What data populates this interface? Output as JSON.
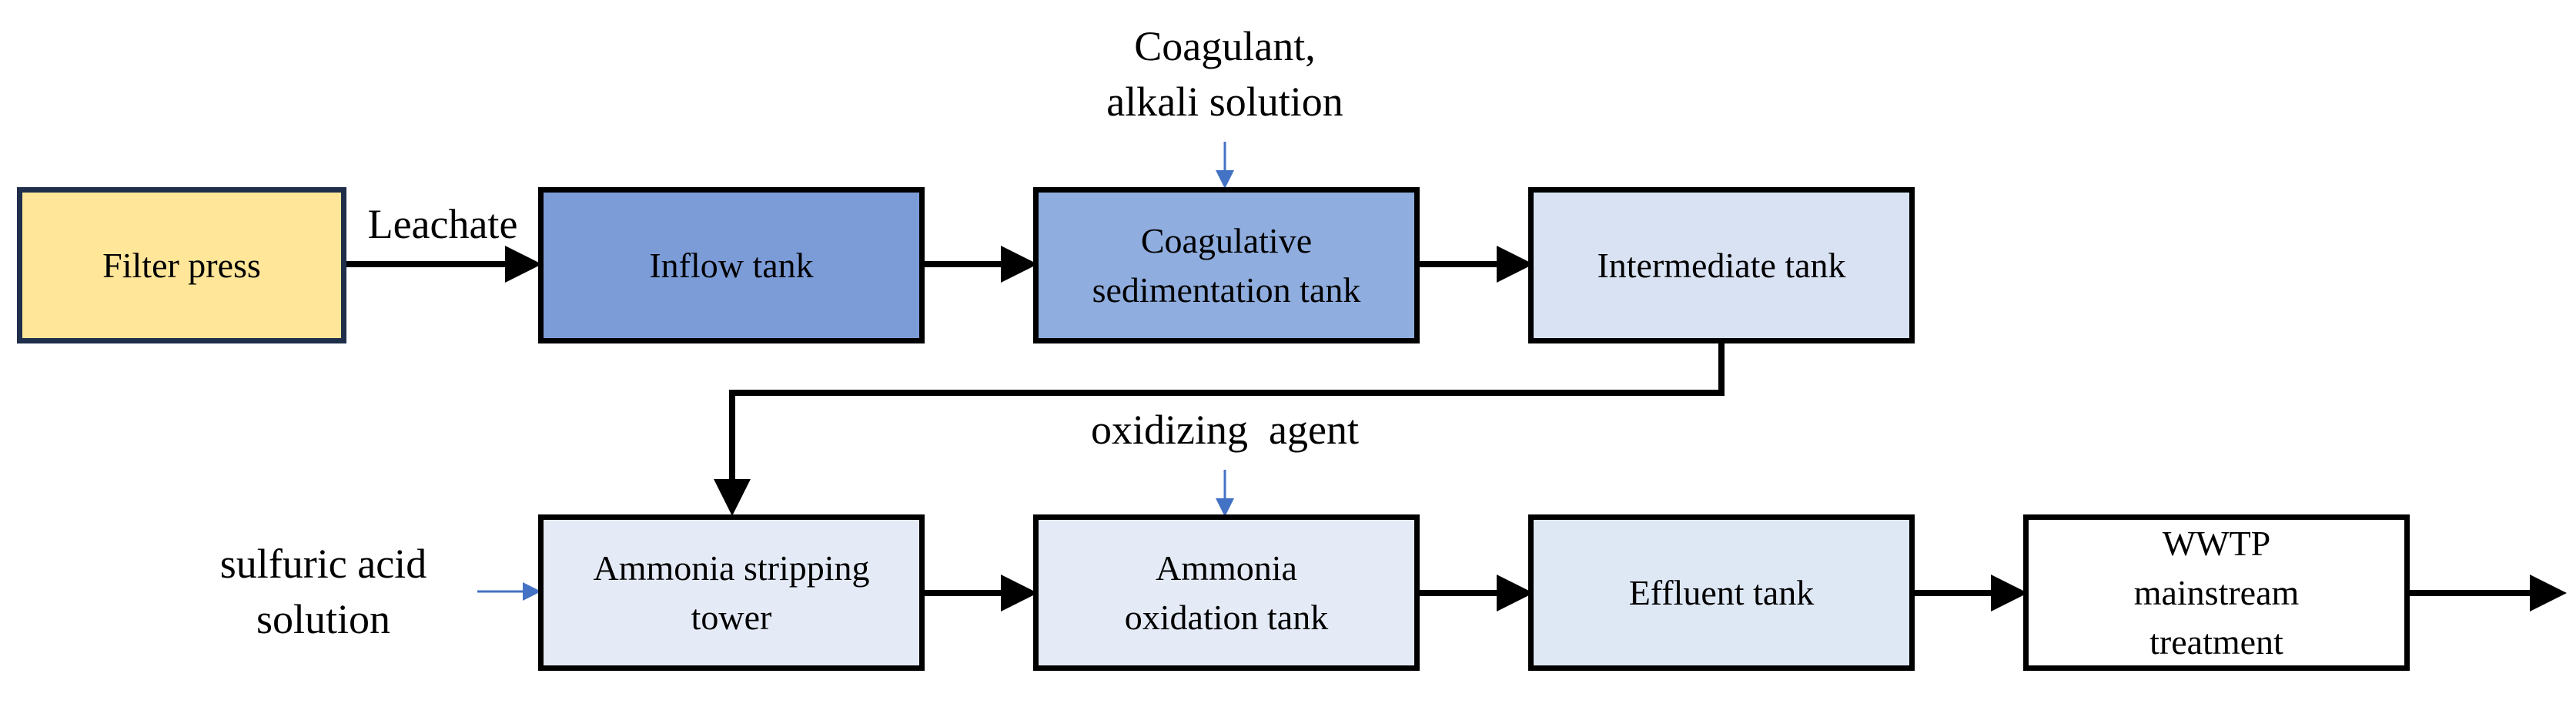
{
  "colors": {
    "filter_press_fill": "#FFE699",
    "filter_press_border": "#1F2E4A",
    "inflow_fill": "#7C9CD8",
    "coagulative_fill": "#8FADDE",
    "intermediate_fill": "#D9E2F3",
    "stripping_fill": "#E4EAF6",
    "oxidation_fill": "#E4EAF6",
    "effluent_fill": "#DEE7F4",
    "wwtp_fill": "#FFFFFF",
    "main_arrow": "#000000",
    "chemical_arrow": "#4472C4"
  },
  "nodes": {
    "filter_press": "Filter press",
    "inflow_tank": "Inflow tank",
    "coagulative_tank": "Coagulative\nsedimentation tank",
    "intermediate_tank": "Intermediate tank",
    "ammonia_stripping_tower": "Ammonia stripping\ntower",
    "ammonia_oxidation_tank": "Ammonia\noxidation tank",
    "effluent_tank": "Effluent tank",
    "wwtp_treatment": "WWTP\nmainstream\ntreatment"
  },
  "labels": {
    "leachate": "Leachate",
    "coagulant": "Coagulant,\nalkali solution",
    "oxidizing_agent": "oxidizing  agent",
    "sulfuric_acid": "sulfuric acid\nsolution"
  }
}
